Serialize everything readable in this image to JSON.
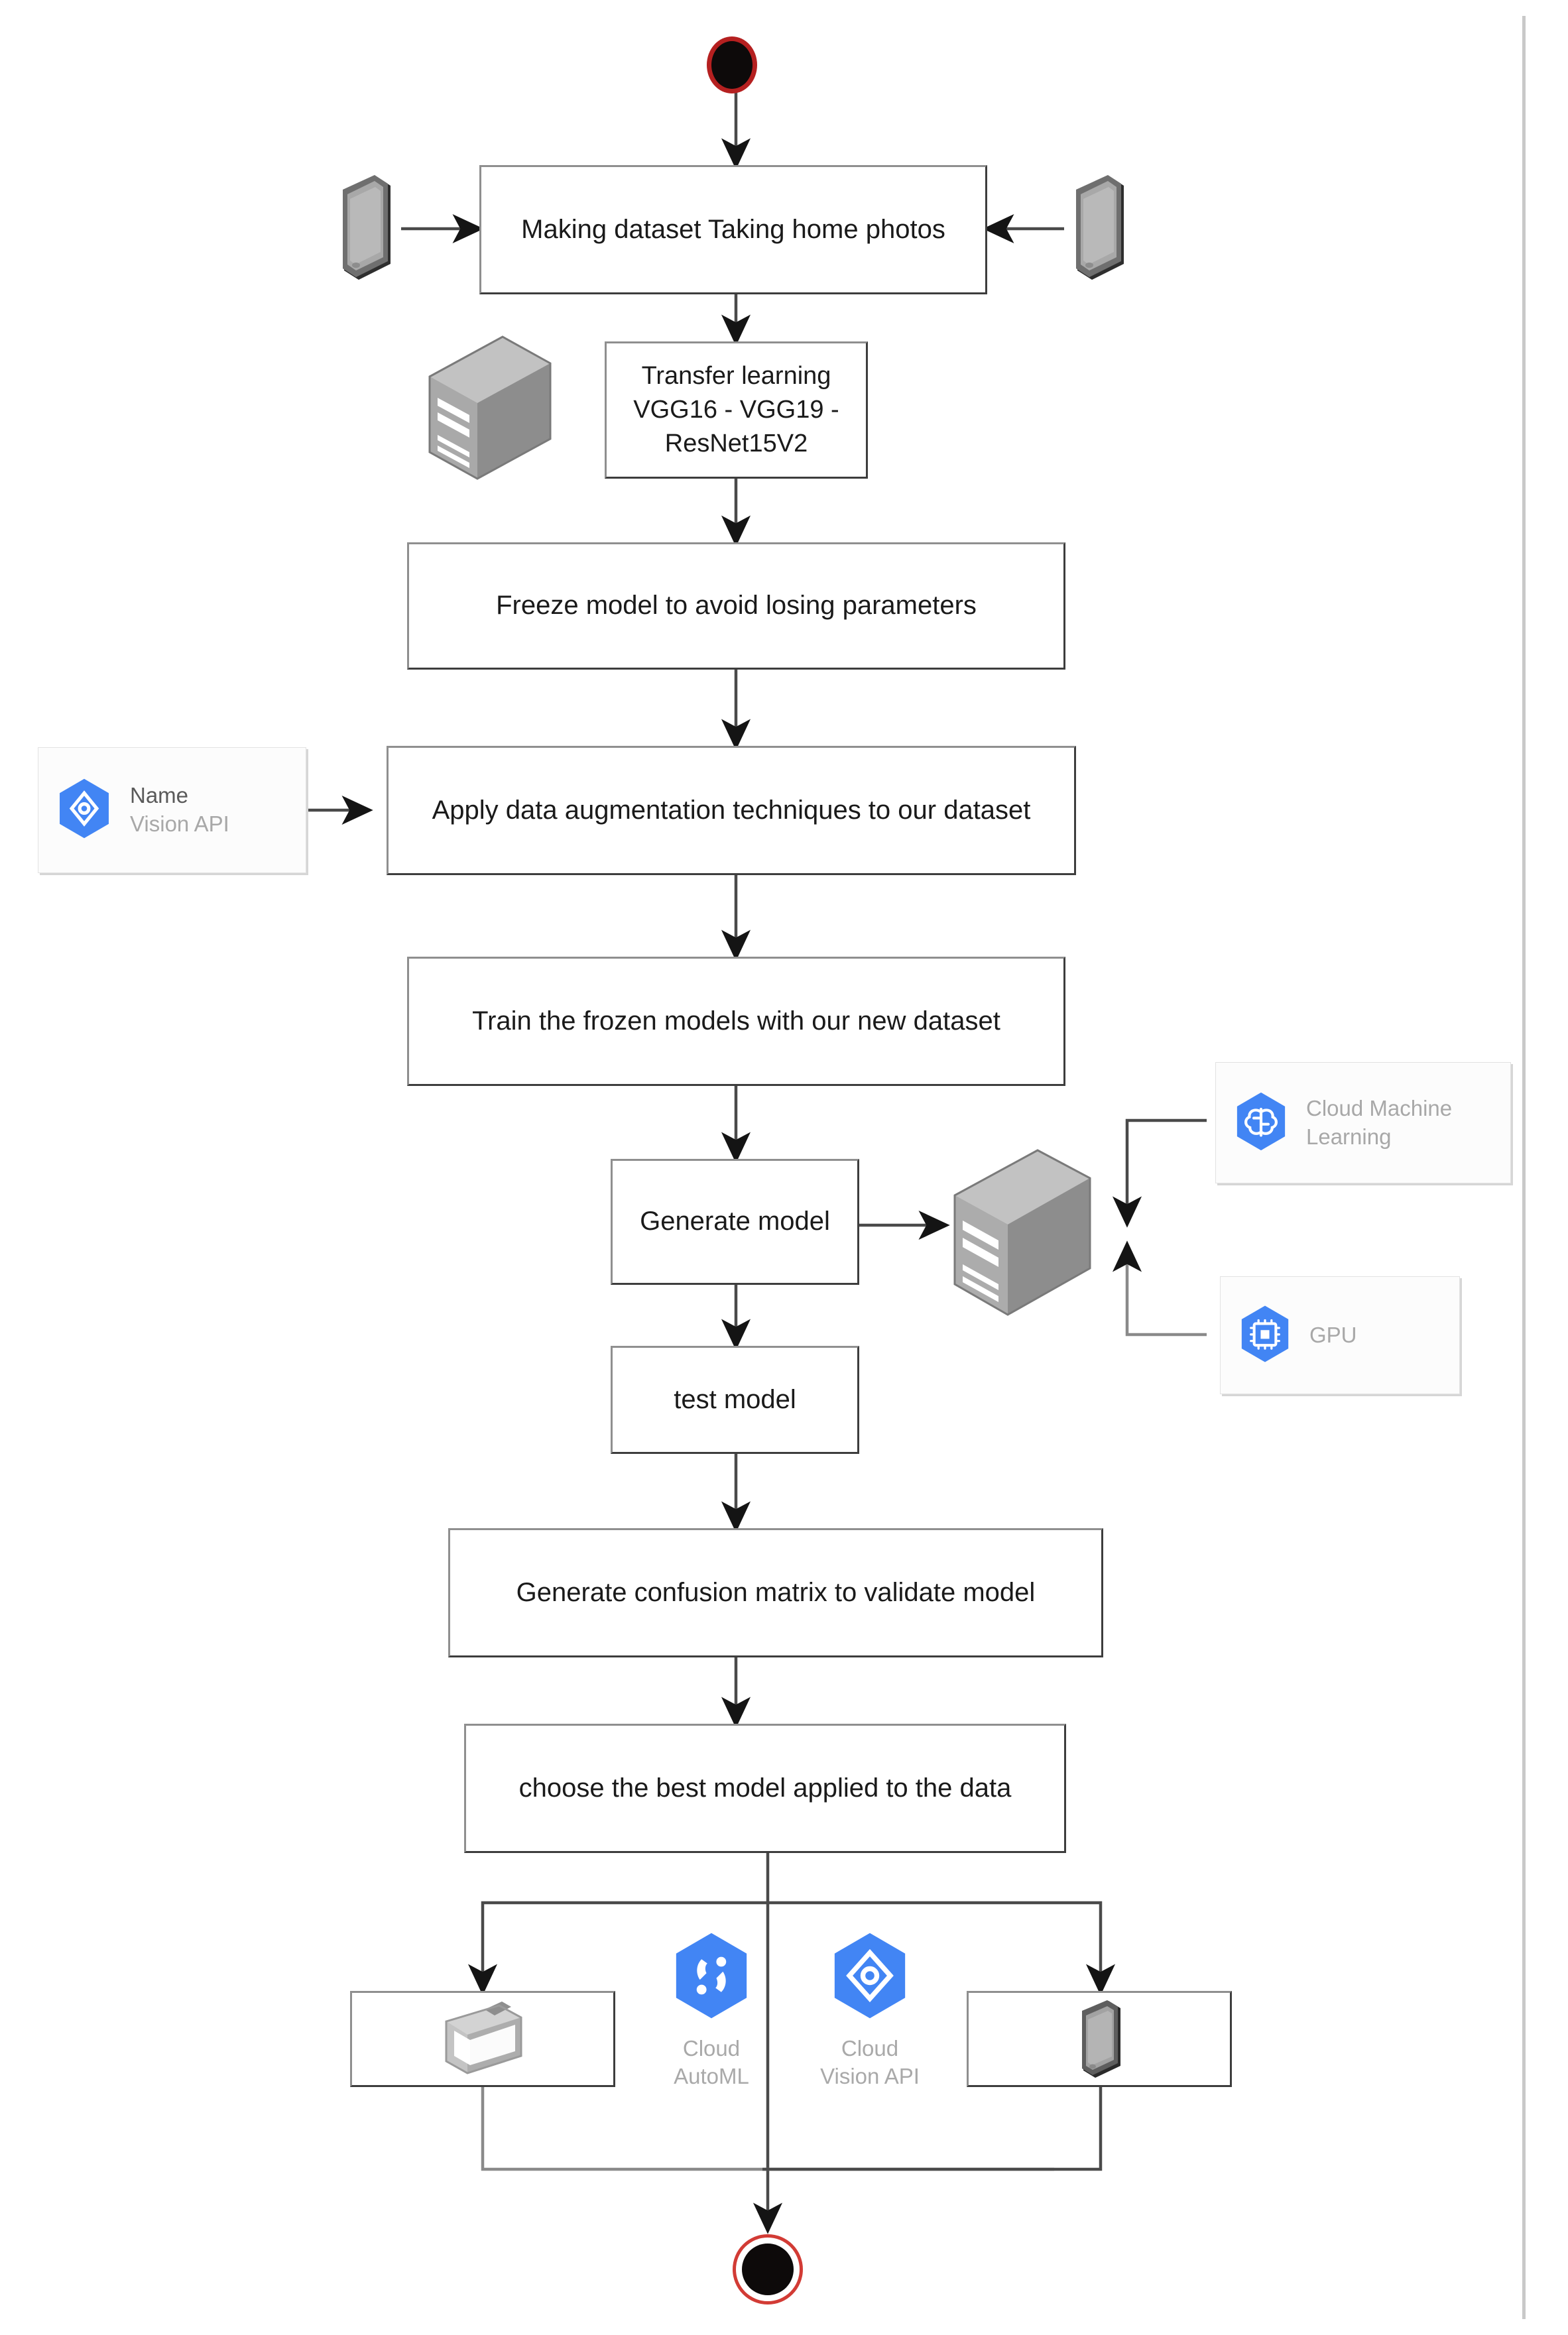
{
  "diagram": {
    "title": "Deep learning image-classification pipeline flowchart",
    "type": "flowchart",
    "start_label": "start",
    "end_label": "end"
  },
  "nodes": {
    "making_dataset": "Making dataset Taking home photos",
    "transfer_learning": "Transfer learning VGG16 - VGG19 - ResNet15V2",
    "freeze_model": "Freeze model to avoid losing parameters",
    "augmentation": "Apply data augmentation techniques to our dataset",
    "train": "Train the frozen models with our new dataset",
    "generate_model": "Generate model",
    "test_model": "test model",
    "confusion_matrix": "Generate confusion matrix to validate model",
    "choose_best": "choose the best model applied to the data"
  },
  "cards": {
    "vision_api": {
      "name_label": "Name",
      "service_label": "Vision API"
    },
    "cloud_ml": {
      "line1": "Cloud Machine",
      "line2": "Learning"
    },
    "gpu": {
      "label": "GPU"
    }
  },
  "bottom_icons": {
    "automl": "Cloud\nAutoML",
    "vision": "Cloud\nVision API"
  },
  "icons": {
    "phone_left": "smartphone-icon",
    "phone_right": "smartphone-icon",
    "server_top": "server-tower-icon",
    "server_mid": "server-tower-icon",
    "monitor": "desktop-monitor-icon",
    "phone_out": "smartphone-icon",
    "vision_hex": "vision-api-hex-icon",
    "brain_hex": "cloud-machine-learning-hex-icon",
    "gpu_hex": "gpu-chip-hex-icon",
    "automl_hex": "cloud-automl-hex-icon",
    "visionapi_hex": "cloud-vision-api-hex-icon"
  },
  "colors": {
    "gcp_blue": "#4285f4",
    "start_red": "#b52020",
    "end_red": "#d23b35",
    "box_border": "#3d3d3d",
    "connector": "#4a4a4a",
    "muted_text": "#a8a8a8"
  }
}
